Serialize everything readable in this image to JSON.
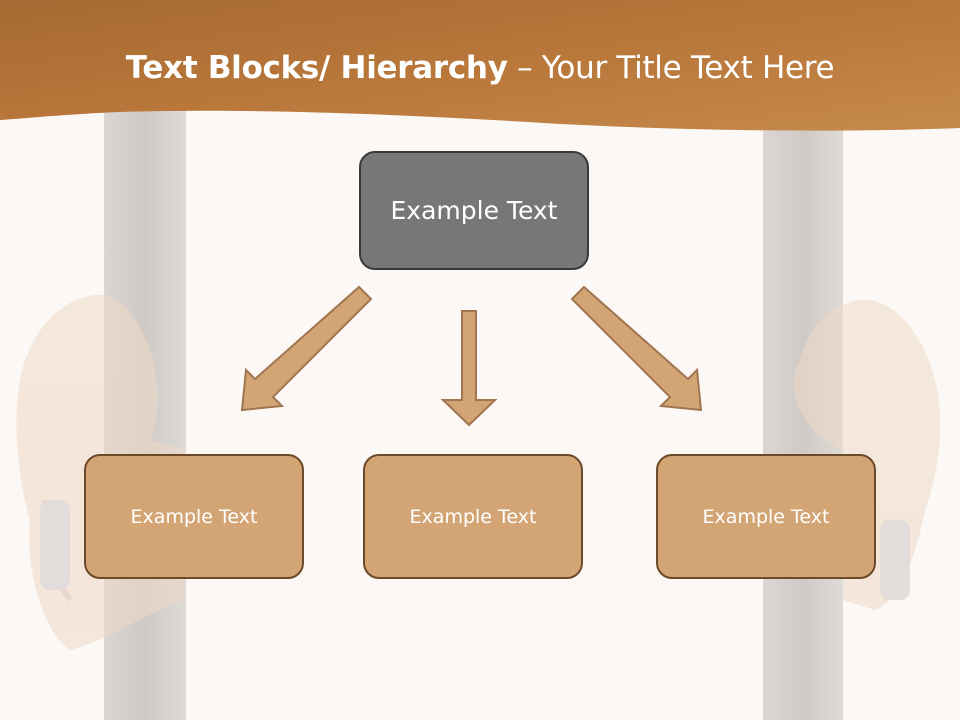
{
  "title": {
    "bold": "Text Blocks/ Hierarchy",
    "rest": " – Your Title Text Here"
  },
  "diagram": {
    "top": {
      "label": "Example Text"
    },
    "children": [
      {
        "label": "Example Text"
      },
      {
        "label": "Example Text"
      },
      {
        "label": "Example Text"
      }
    ]
  },
  "colors": {
    "banner": "#b98046",
    "top_box": "#777777",
    "child_box": "#d3a575",
    "arrow": "#d3a575",
    "background": "#fbf8f5"
  }
}
